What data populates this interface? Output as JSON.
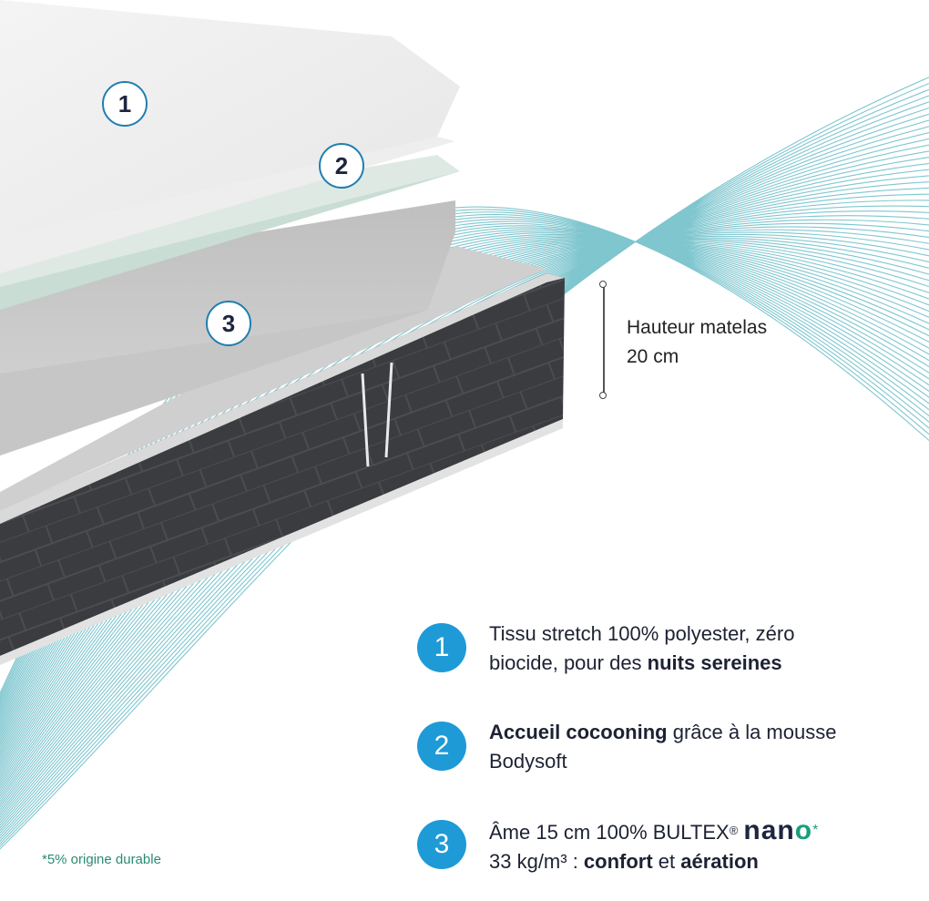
{
  "diagram": {
    "layers": [
      {
        "badge": "1",
        "name": "stretch-fabric-top"
      },
      {
        "badge": "2",
        "name": "bodysoft-comfort-foam"
      },
      {
        "badge": "3",
        "name": "bultex-nano-core"
      }
    ],
    "height": {
      "label_line1": "Hauteur matelas",
      "label_line2": "20 cm"
    }
  },
  "features": [
    {
      "number": "1",
      "line1": "Tissu stretch 100% polyester, zéro",
      "line2_prefix": "biocide, pour des ",
      "line2_bold": "nuits sereines"
    },
    {
      "number": "2",
      "line1_bold": "Accueil cocooning",
      "line1_rest": " grâce à la mousse",
      "line2": "Bodysoft"
    },
    {
      "number": "3",
      "line1_prefix": "Âme 15 cm 100% BULTEX",
      "registered": "®",
      "brand_part1": "nan",
      "brand_part2": "o",
      "asterisk": "*",
      "line2_prefix": "33 kg/m³ : ",
      "line2_bold1": "confort",
      "line2_mid": " et ",
      "line2_bold2": "aération"
    }
  ],
  "footnote": "*5% origine durable",
  "colors": {
    "badge_blue": "#1e9ad6",
    "wave_teal": "#7fc6cf",
    "accent_green": "#1a9e7e",
    "text_dark": "#1d2233",
    "mattress_side": "#3a3c40"
  }
}
